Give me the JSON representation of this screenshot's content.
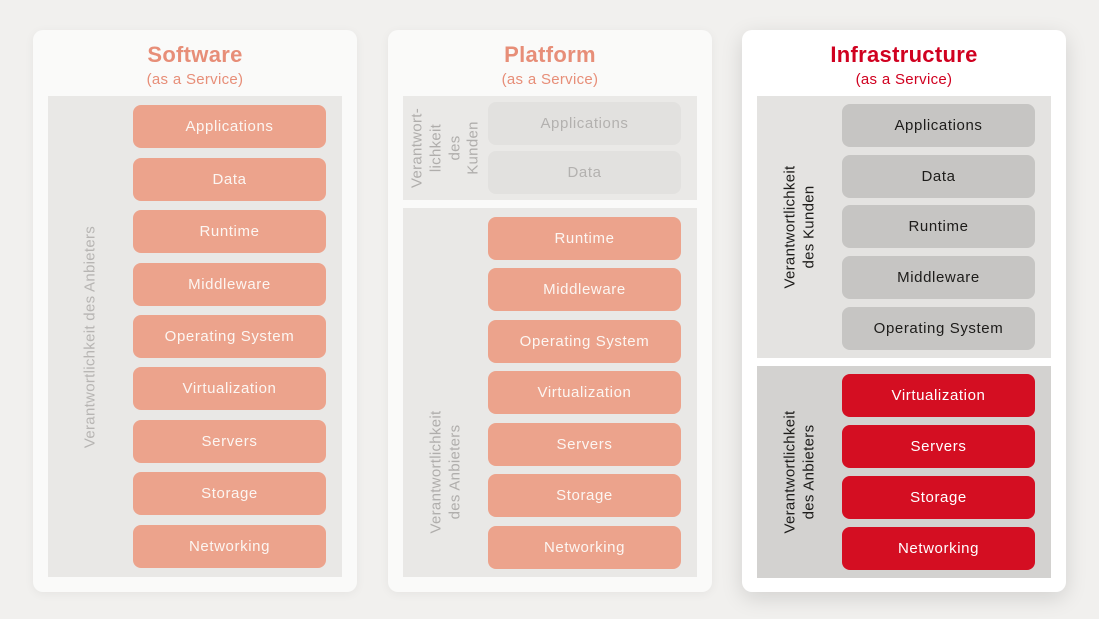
{
  "colors": {
    "page_bg": "#f1f0ee",
    "card_bg": "#fafaf9",
    "highlight_card_bg": "#ffffff",
    "salmon_accent": "#eca38c",
    "salmon_title": "#e78e78",
    "red_accent": "#d40e22",
    "red_title": "#d00120",
    "provider_panel_gray": "#e9e8e6",
    "paas_customer_box_gray": "#e2e1df",
    "iaas_customer_box_gray": "#c6c5c3",
    "iaas_provider_panel_gray": "#d3d2d0"
  },
  "columns": [
    {
      "title": "Software",
      "subtitle": "(as a Service)",
      "sections": [
        {
          "role": "provider",
          "label": "Verantwortlichkeit des Anbieters",
          "items": [
            "Applications",
            "Data",
            "Runtime",
            "Middleware",
            "Operating System",
            "Virtualization",
            "Servers",
            "Storage",
            "Networking"
          ]
        }
      ]
    },
    {
      "title": "Platform",
      "subtitle": "(as a Service)",
      "sections": [
        {
          "role": "customer",
          "label": "Verantwort-\nlichkeit\ndes\nKunden",
          "items": [
            "Applications",
            "Data"
          ]
        },
        {
          "role": "provider",
          "label": "Verantwortlichkeit\ndes Anbieters",
          "items": [
            "Runtime",
            "Middleware",
            "Operating System",
            "Virtualization",
            "Servers",
            "Storage",
            "Networking"
          ]
        }
      ]
    },
    {
      "title": "Infrastructure",
      "subtitle": "(as a Service)",
      "sections": [
        {
          "role": "customer",
          "label": "Verantwortlichkeit\ndes Kunden",
          "items": [
            "Applications",
            "Data",
            "Runtime",
            "Middleware",
            "Operating System"
          ]
        },
        {
          "role": "provider",
          "label": "Verantwortlichkeit\ndes Anbieters",
          "items": [
            "Virtualization",
            "Servers",
            "Storage",
            "Networking"
          ]
        }
      ]
    }
  ]
}
